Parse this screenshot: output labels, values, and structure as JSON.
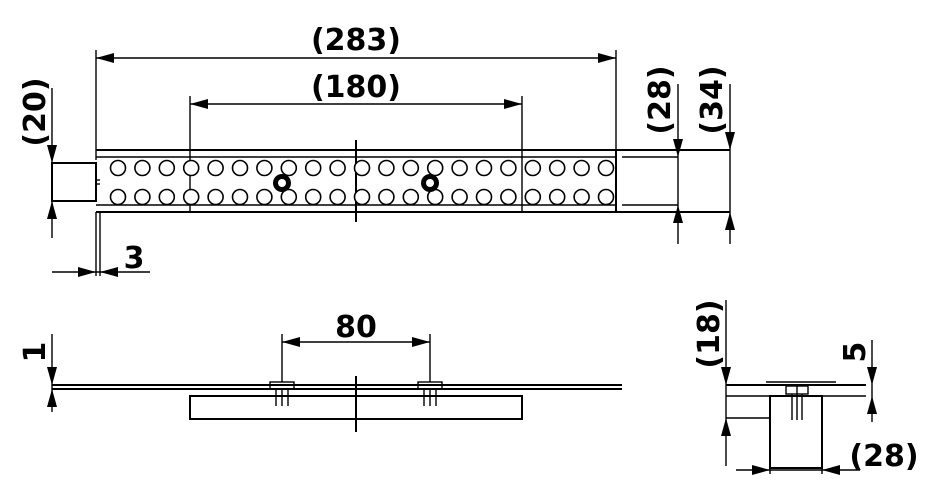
{
  "dimensions": {
    "overall_length": "(283)",
    "mount_spacing": "(180)",
    "end_height": "(20)",
    "inner_height": "(28)",
    "outer_height": "(34)",
    "wall_thickness": "3",
    "bottom_spacing": "80",
    "plate_thickness": "1",
    "side_height": "(18)",
    "side_offset": "5",
    "side_width": "(28)"
  },
  "colors": {
    "line": "#000000",
    "background": "#ffffff"
  }
}
